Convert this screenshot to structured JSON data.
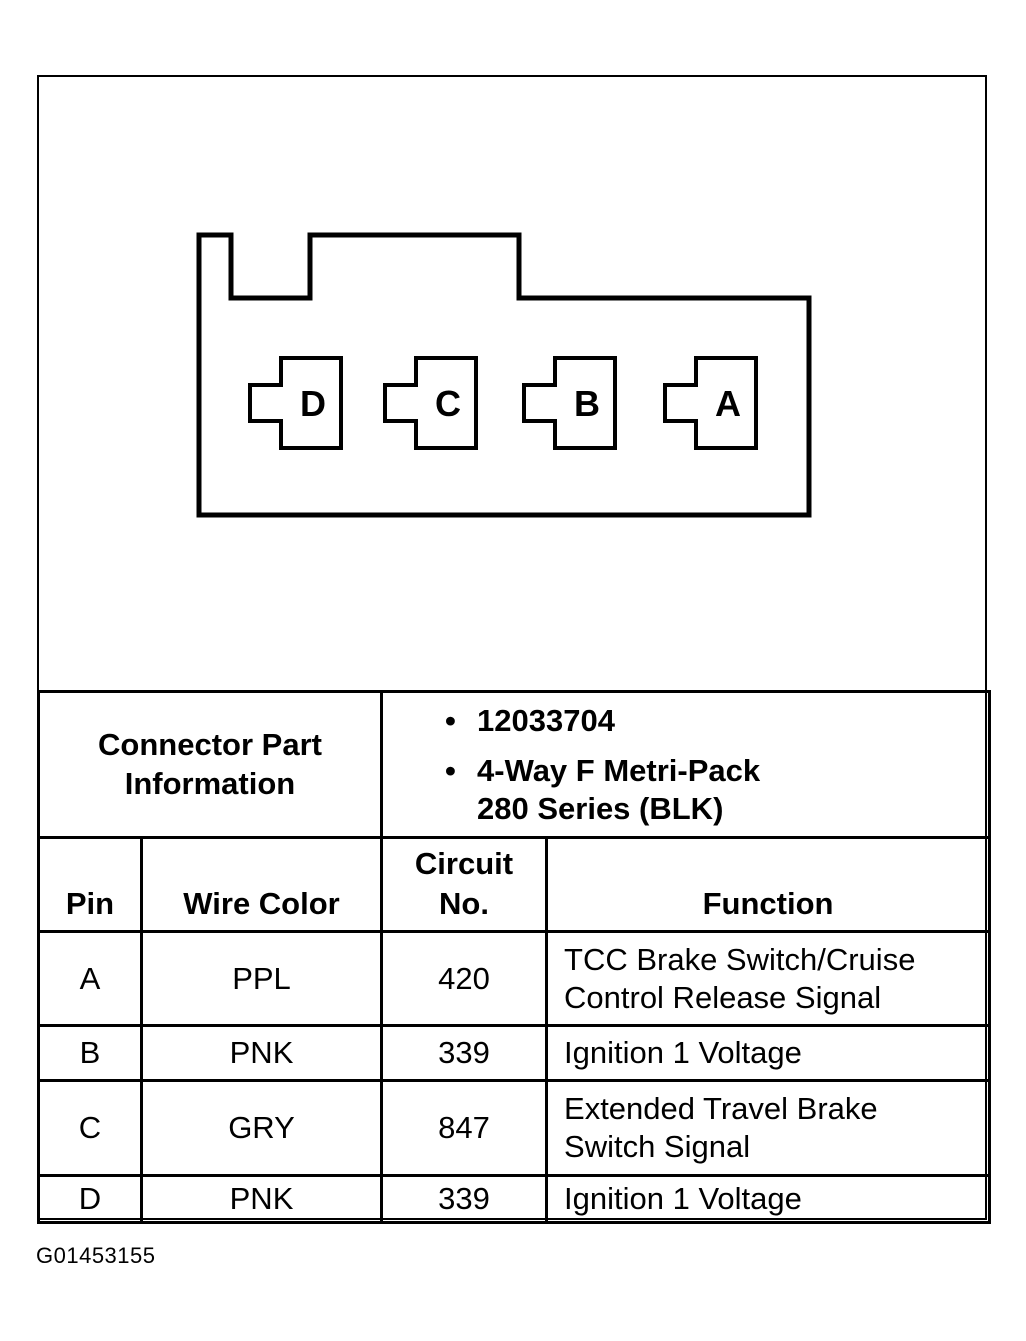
{
  "connector": {
    "pins": [
      "D",
      "C",
      "B",
      "A"
    ]
  },
  "part_info": {
    "label_line1": "Connector Part",
    "label_line2": "Information",
    "bullet": "•",
    "part_number": "12033704",
    "description_line1": "4-Way F Metri-Pack",
    "description_line2": "280 Series (BLK)"
  },
  "columns": {
    "pin": "Pin",
    "wire_color": "Wire Color",
    "circuit_line1": "Circuit",
    "circuit_line2": "No.",
    "function": "Function"
  },
  "rows": [
    {
      "pin": "A",
      "wire_color": "PPL",
      "circuit": "420",
      "function_line1": "TCC Brake Switch/Cruise",
      "function_line2": "Control Release Signal"
    },
    {
      "pin": "B",
      "wire_color": "PNK",
      "circuit": "339",
      "function_line1": "Ignition 1 Voltage",
      "function_line2": ""
    },
    {
      "pin": "C",
      "wire_color": "GRY",
      "circuit": "847",
      "function_line1": "Extended Travel Brake",
      "function_line2": "Switch Signal"
    },
    {
      "pin": "D",
      "wire_color": "PNK",
      "circuit": "339",
      "function_line1": "Ignition 1 Voltage",
      "function_line2": ""
    }
  ],
  "figure_code": "G01453155"
}
